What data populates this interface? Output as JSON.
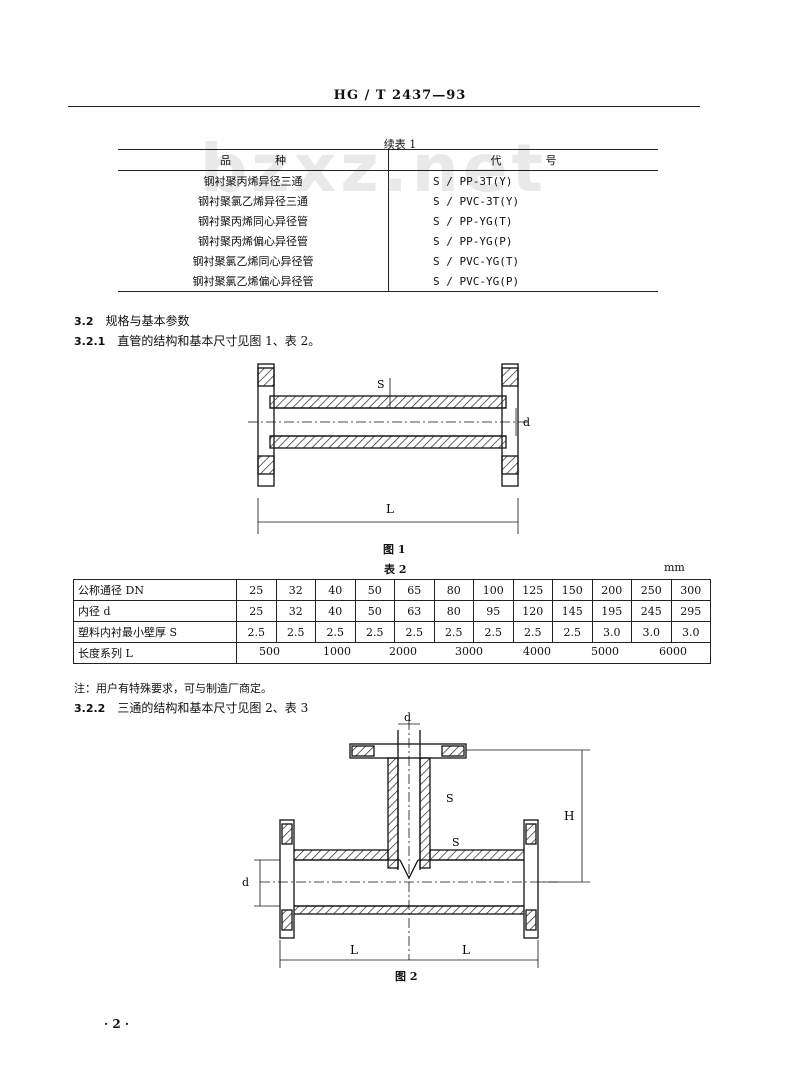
{
  "header": {
    "standard": "HG / T",
    "number": "2437—93"
  },
  "watermark": "bzxz.net",
  "table1": {
    "caption": "续表 1",
    "col_variety": "品　　　　种",
    "col_code": "代　　　　号",
    "rows": [
      {
        "variety": "钢衬聚丙烯异径三通",
        "code": "S / PP-3T(Y)"
      },
      {
        "variety": "钢衬聚氯乙烯异径三通",
        "code": "S / PVC-3T(Y)"
      },
      {
        "variety": "钢衬聚丙烯同心异径管",
        "code": "S / PP-YG(T)"
      },
      {
        "variety": "钢衬聚丙烯偏心异径管",
        "code": "S / PP-YG(P)"
      },
      {
        "variety": "钢衬聚氯乙烯同心异径管",
        "code": "S / PVC-YG(T)"
      },
      {
        "variety": "钢衬聚氯乙烯偏心异径管",
        "code": "S / PVC-YG(P)"
      }
    ]
  },
  "sec_3_2": {
    "num": "3.2",
    "title": "规格与基本参数"
  },
  "sec_3_2_1": {
    "num": "3.2.1",
    "text": "直管的结构和基本尺寸见图 1、表 2。"
  },
  "figure1": {
    "caption": "图 1",
    "labels": {
      "s": "S",
      "d": "d",
      "L": "L"
    }
  },
  "table2": {
    "caption": "表 2",
    "unit": "mm",
    "dn_label": "公称通径 DN",
    "dn": [
      "25",
      "32",
      "40",
      "50",
      "65",
      "80",
      "100",
      "125",
      "150",
      "200",
      "250",
      "300"
    ],
    "d_label": "内径 d",
    "d": [
      "25",
      "32",
      "40",
      "50",
      "63",
      "80",
      "95",
      "120",
      "145",
      "195",
      "245",
      "295"
    ],
    "s_label": "塑料内衬最小壁厚 S",
    "s": [
      "2.5",
      "2.5",
      "2.5",
      "2.5",
      "2.5",
      "2.5",
      "2.5",
      "2.5",
      "2.5",
      "3.0",
      "3.0",
      "3.0"
    ],
    "L_label": "长度系列 L",
    "L": [
      "500",
      "1000",
      "2000",
      "3000",
      "4000",
      "5000",
      "6000"
    ]
  },
  "note": "注：用户有特殊要求，可与制造厂商定。",
  "sec_3_2_2": {
    "num": "3.2.2",
    "text": "三通的结构和基本尺寸见图 2、表 3"
  },
  "figure2": {
    "caption": "图 2",
    "labels": {
      "d_top": "d",
      "s1": "S",
      "s2": "S",
      "H": "H",
      "d_left": "d",
      "L_left": "L",
      "L_right": "L"
    }
  },
  "page_number": "· 2 ·"
}
